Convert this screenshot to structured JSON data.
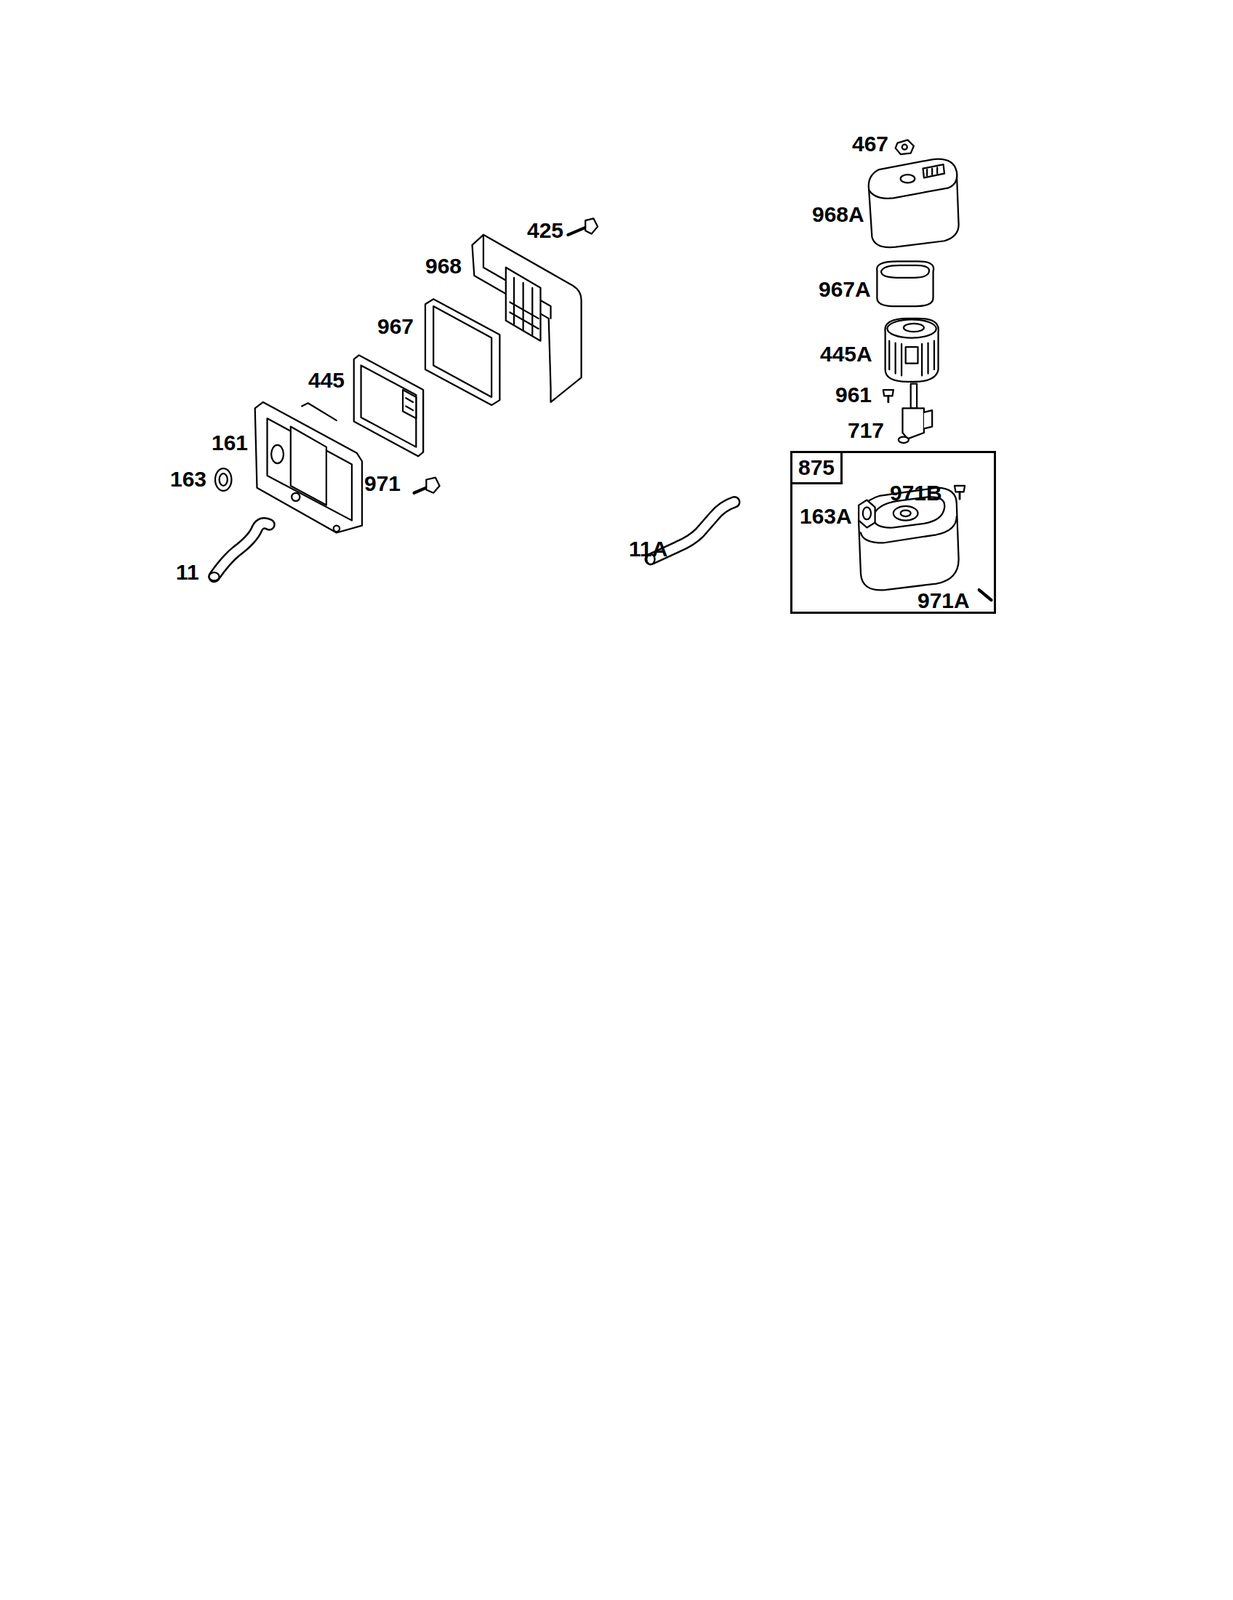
{
  "diagram": {
    "nodes": [
      {
        "text": [
          "875"
        ]
      }
    ],
    "labels": [
      "467",
      "968A",
      "425",
      "968",
      "967A",
      "967",
      "445A",
      "445",
      "961",
      "717",
      "161",
      "971B",
      "163",
      "971",
      "163A",
      "11A",
      "11",
      "971A"
    ]
  }
}
